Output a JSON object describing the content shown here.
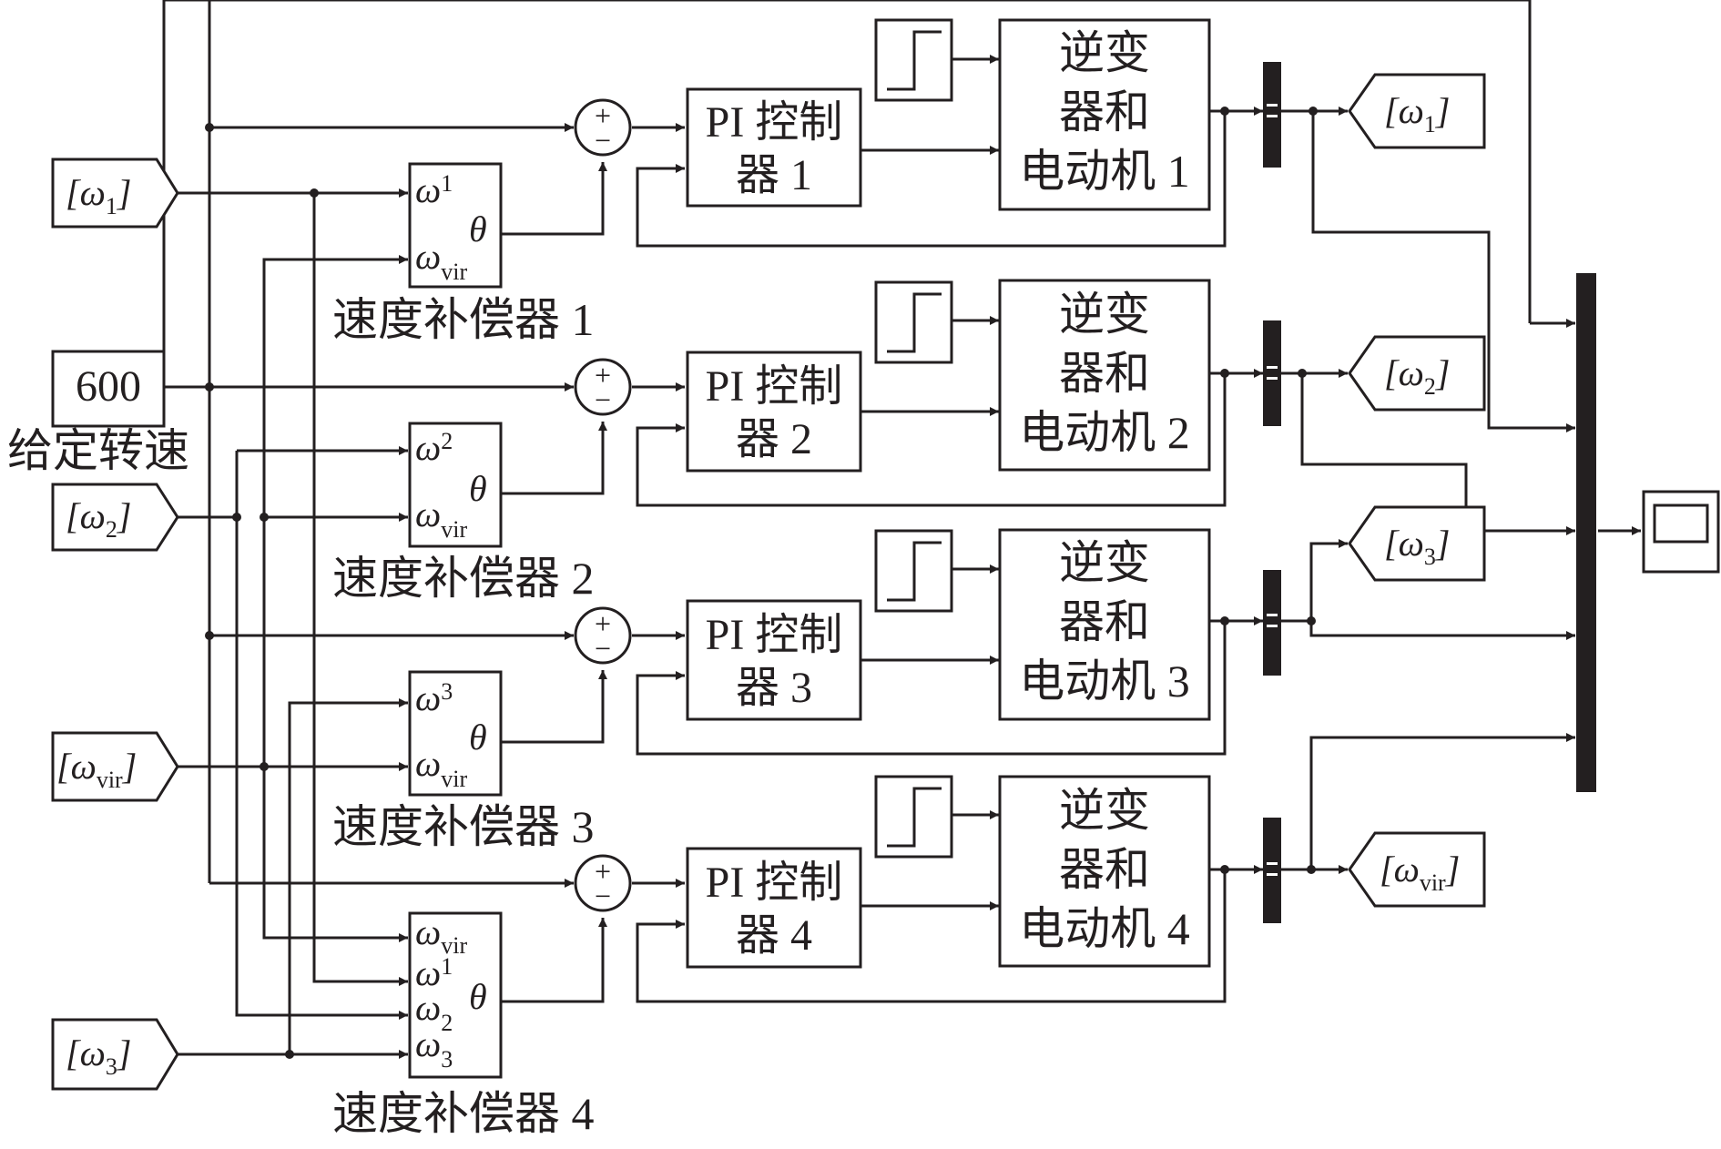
{
  "inputs": {
    "omega1": {
      "sym": "ω",
      "sub": "1"
    },
    "omega2": {
      "sym": "ω",
      "sub": "2"
    },
    "omega3": {
      "sym": "ω",
      "sub": "3"
    },
    "omega_vir": {
      "sym": "ω",
      "sub": "vir"
    },
    "constant_value": "600",
    "constant_label": "给定转速"
  },
  "compensators": [
    {
      "label": "速度补偿器 1",
      "ports": [
        {
          "sym": "ω",
          "sub": "1"
        },
        {
          "sym": "ω",
          "sub": "vir"
        }
      ],
      "output": "θ"
    },
    {
      "label": "速度补偿器 2",
      "ports": [
        {
          "sym": "ω",
          "sub": "2"
        },
        {
          "sym": "ω",
          "sub": "vir"
        }
      ],
      "output": "θ"
    },
    {
      "label": "速度补偿器 3",
      "ports": [
        {
          "sym": "ω",
          "sub": "3"
        },
        {
          "sym": "ω",
          "sub": "vir"
        }
      ],
      "output": "θ"
    },
    {
      "label": "速度补偿器 4",
      "ports": [
        {
          "sym": "ω",
          "sub": "vir"
        },
        {
          "sym": "ω",
          "sub": "1"
        },
        {
          "sym": "ω",
          "sub": "2"
        },
        {
          "sym": "ω",
          "sub": "3"
        }
      ],
      "output": "θ"
    }
  ],
  "sum_signs": {
    "plus": "+",
    "minus": "−"
  },
  "controllers": [
    {
      "line1": "PI 控制",
      "line2": "器 1"
    },
    {
      "line1": "PI 控制",
      "line2": "器 2"
    },
    {
      "line1": "PI 控制",
      "line2": "器 3"
    },
    {
      "line1": "PI 控制",
      "line2": "器 4"
    }
  ],
  "motors": [
    {
      "line1": "逆变",
      "line2": "器和",
      "line3": "电动机 1"
    },
    {
      "line1": "逆变",
      "line2": "器和",
      "line3": "电动机 2"
    },
    {
      "line1": "逆变",
      "line2": "器和",
      "line3": "电动机 3"
    },
    {
      "line1": "逆变",
      "line2": "器和",
      "line3": "电动机 4"
    }
  ],
  "goto_tags": [
    {
      "sym": "ω",
      "sub": "1"
    },
    {
      "sym": "ω",
      "sub": "2"
    },
    {
      "sym": "ω",
      "sub": "3"
    },
    {
      "sym": "ω",
      "sub": "vir"
    }
  ],
  "colors": {
    "ink": "#231f20",
    "background": "#ffffff"
  }
}
